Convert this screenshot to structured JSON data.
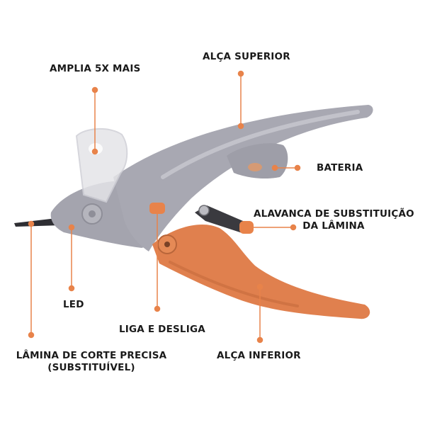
{
  "labels": {
    "magnifier": "AMPLIA 5X MAIS",
    "upper_handle": "ALÇA SUPERIOR",
    "battery": "BATERIA",
    "blade_lever_line1": "ALAVANCA DE SUBSTITUIÇÃO",
    "blade_lever_line2": "DA LÂMINA",
    "led": "LED",
    "power_switch": "LIGA E DESLIGA",
    "blade_line1": "LÂMINA DE CORTE PRECISA",
    "blade_line2": "(SUBSTITUÍVEL)",
    "lower_handle": "ALÇA INFERIOR"
  },
  "colors": {
    "accent": "#e8834a",
    "body_gray": "#a4a4ae",
    "orange_handle": "#e0804e",
    "text": "#1a1a1a"
  },
  "icons": {
    "device": "nail-clipper-illustration"
  }
}
